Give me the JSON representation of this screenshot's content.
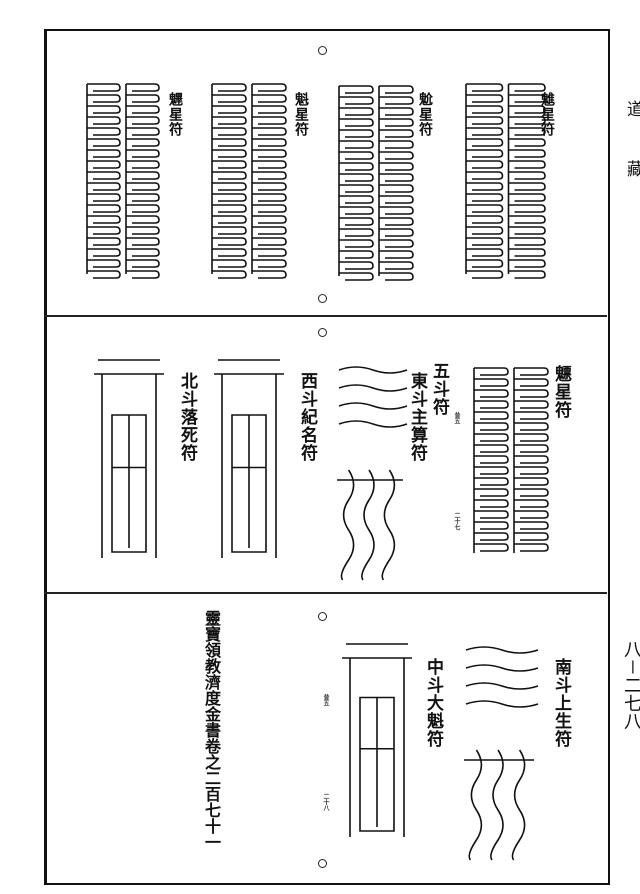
{
  "margin": {
    "top_char": "道",
    "bottom_char": "藏",
    "page_number": "八－二七八"
  },
  "panels": [
    {
      "labels": [
        "魋星符",
        "魀星符",
        "魁星符",
        "魓星符"
      ]
    },
    {
      "labels": [
        "魒星符",
        "五斗符",
        "東斗主算符",
        "西斗紀名符",
        "北斗落死符"
      ],
      "marks": [
        "昔五",
        "二十七"
      ]
    },
    {
      "labels": [
        "南斗上生符",
        "中斗大魁符"
      ],
      "marks": [
        "昔五",
        "二十八"
      ],
      "volume_title": "靈寶領教濟度金書卷之二百七十一"
    }
  ]
}
